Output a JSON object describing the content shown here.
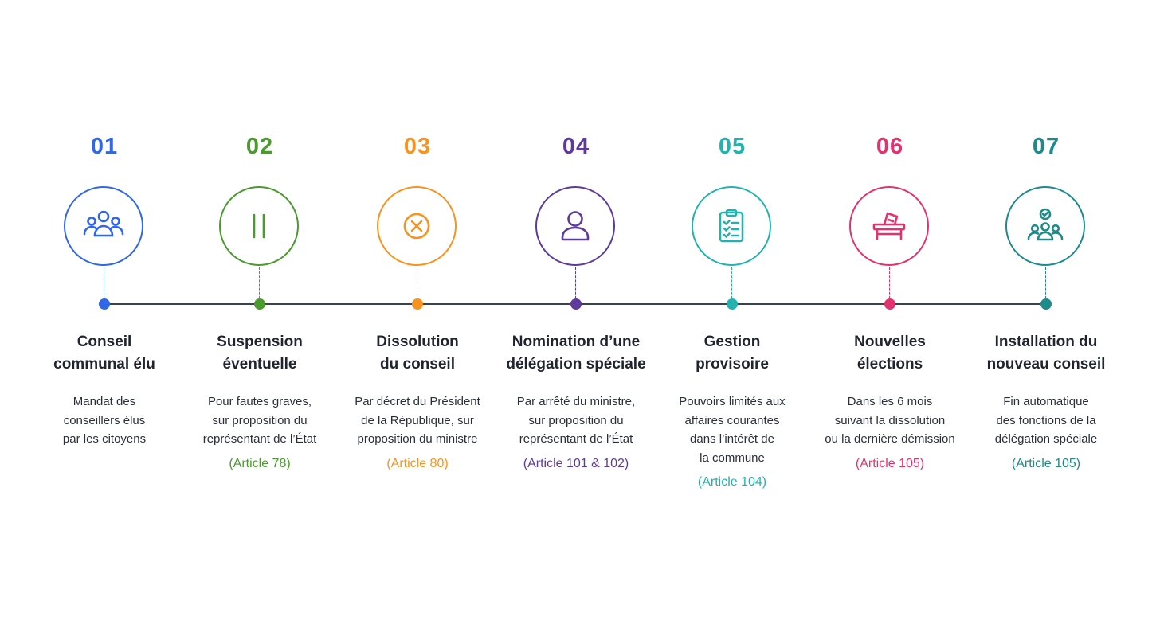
{
  "colors": {
    "blue": "#2f67e8",
    "green": "#4a9a2e",
    "orange": "#f7931e",
    "purple": "#5e3a9c",
    "teal": "#22b2b0",
    "pink": "#e2336f",
    "dark_teal": "#1c8b8a",
    "axis": "#3a4150"
  },
  "steps": [
    {
      "number": "01",
      "icon": "people-group-icon",
      "color": "#2f67e8",
      "title_lines": [
        "Conseil",
        "communal élu"
      ],
      "desc_lines": [
        "Mandat des",
        "conseillers élus",
        "par les citoyens"
      ],
      "reference": ""
    },
    {
      "number": "02",
      "icon": "pause-icon",
      "color": "#4a9a2e",
      "title_lines": [
        "Suspension",
        "éventuelle"
      ],
      "desc_lines": [
        "Pour fautes graves,",
        "sur proposition du",
        "représentant de l’État"
      ],
      "reference": "(Article 78)"
    },
    {
      "number": "03",
      "icon": "close-circle-icon",
      "color": "#f7931e",
      "title_lines": [
        "Dissolution",
        "du conseil"
      ],
      "desc_lines": [
        "Par décret du Président",
        "de la République, sur",
        "proposition du ministre"
      ],
      "reference": "(Article 80)"
    },
    {
      "number": "04",
      "icon": "user-icon",
      "color": "#5e3a9c",
      "title_lines": [
        "Nomination d’une",
        "délégation spéciale"
      ],
      "desc_lines": [
        "Par arrêté du ministre,",
        "sur proposition du",
        "représentant de l’État"
      ],
      "reference": "(Article 101 & 102)"
    },
    {
      "number": "05",
      "icon": "clipboard-checklist-icon",
      "color": "#22b2b0",
      "title_lines": [
        "Gestion",
        "provisoire"
      ],
      "desc_lines": [
        "Pouvoirs limités aux",
        "affaires courantes",
        "dans l’intérêt de",
        "la commune"
      ],
      "reference": "(Article 104)"
    },
    {
      "number": "06",
      "icon": "ballot-box-icon",
      "color": "#e2336f",
      "title_lines": [
        "Nouvelles",
        "élections"
      ],
      "desc_lines": [
        "Dans les 6 mois",
        "suivant la dissolution",
        "ou la dernière démission"
      ],
      "reference": "(Article 105)"
    },
    {
      "number": "07",
      "icon": "group-check-icon",
      "color": "#1c8b8a",
      "title_lines": [
        "Installation du",
        "nouveau conseil"
      ],
      "desc_lines": [
        "Fin automatique",
        "des fonctions de la",
        "délégation spéciale"
      ],
      "reference": "(Article 105)"
    }
  ]
}
